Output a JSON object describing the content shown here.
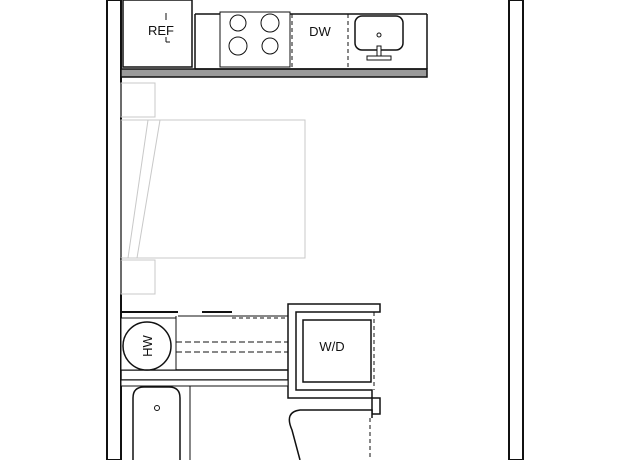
{
  "labels": {
    "ref": "REF",
    "dw": "DW",
    "hw": "HW",
    "wd": "W/D"
  },
  "colors": {
    "wall": "#111111",
    "counter_strip": "#9a9a9a",
    "furniture": "#c8c8c8",
    "background": "#ffffff"
  },
  "icons": {
    "cooktop": "four-burner-circles",
    "sink": "sink-with-faucet",
    "water_heater": "circle-tank",
    "toilet": "toilet-bowl"
  }
}
